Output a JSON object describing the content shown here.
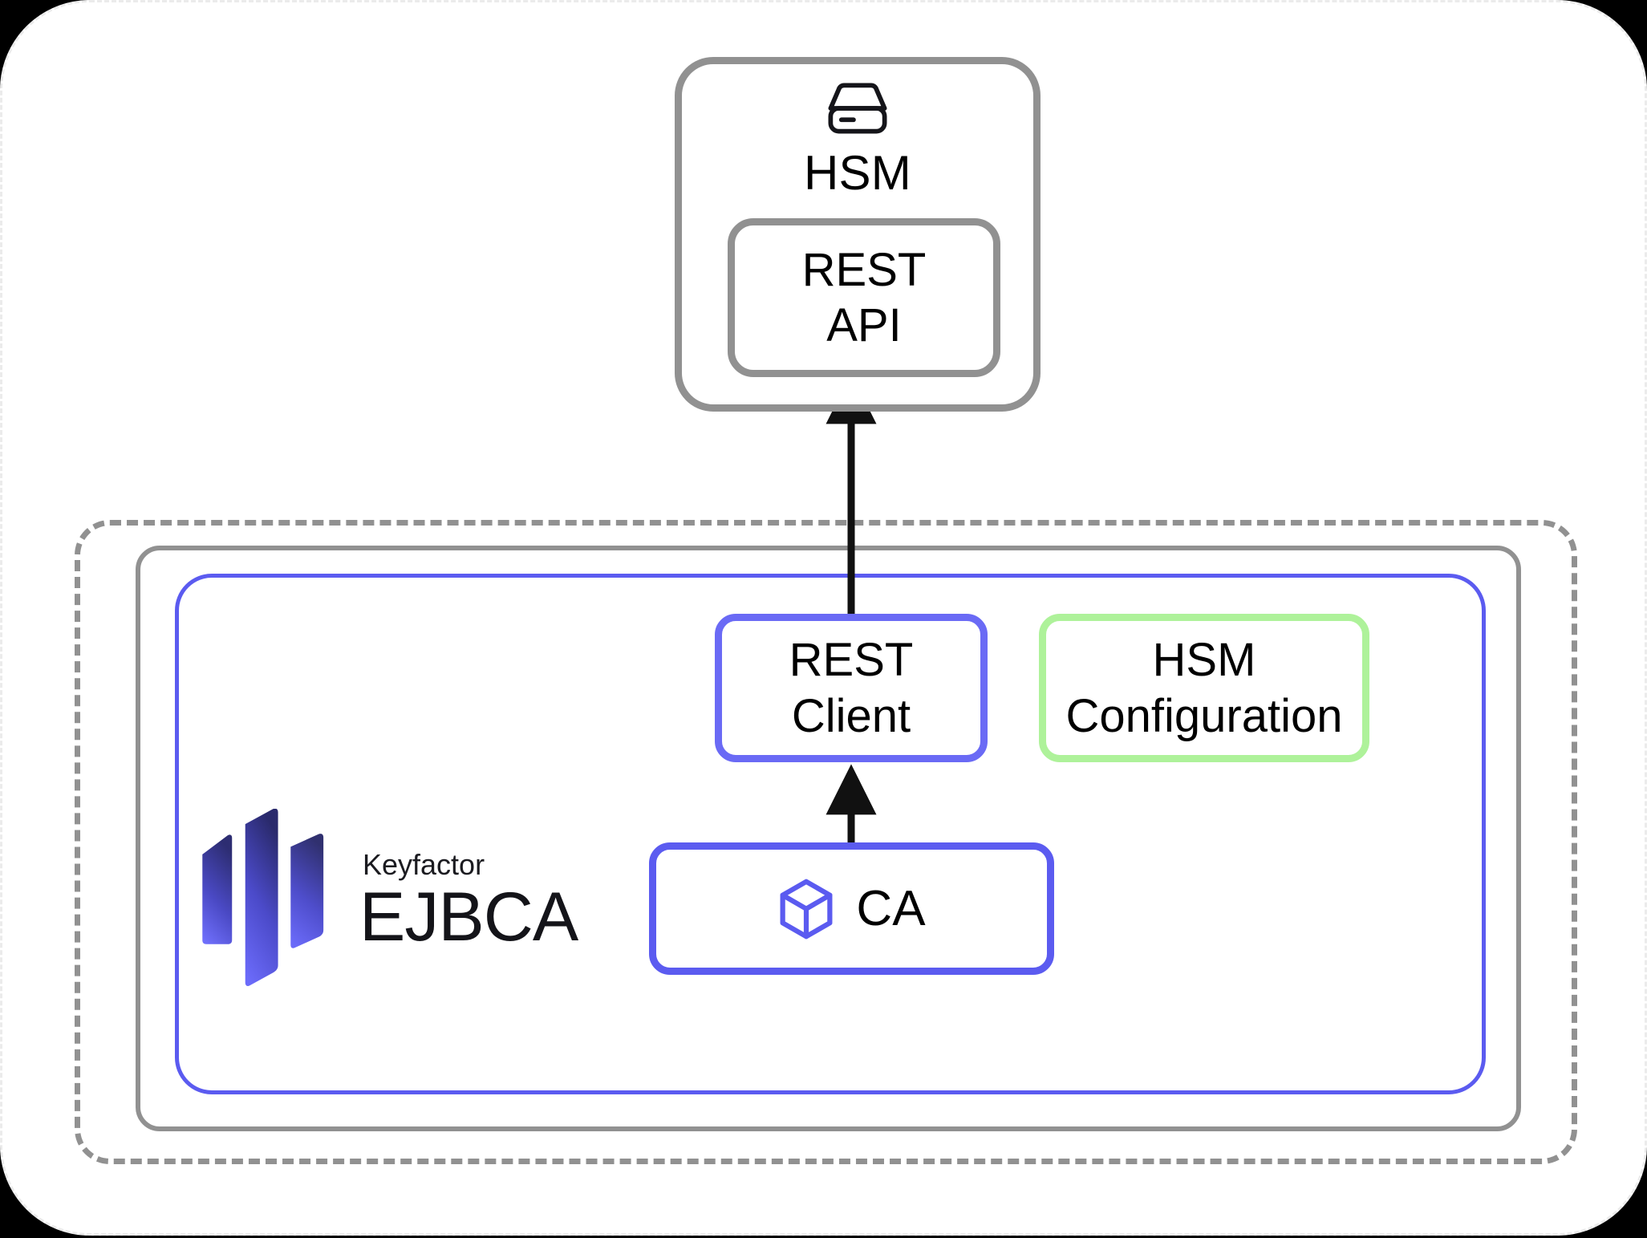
{
  "diagram": {
    "title": "EJBCA HSM REST integration architecture",
    "background_color": "#000000",
    "card_color": "#ffffff"
  },
  "colors": {
    "gray_border": "#919191",
    "blue_border": "#5b5bf0",
    "blue_border_light": "#6a6af5",
    "green_border": "#aef29a",
    "arrow": "#111111",
    "text": "#000000",
    "logo_gradient_top": "#2a2a6e",
    "logo_gradient_bottom": "#6b6bfa"
  },
  "hsm": {
    "icon": "server-icon",
    "title": "HSM",
    "rest_api": {
      "line1": "REST",
      "line2": "API"
    }
  },
  "deployment": {
    "boundary_style": "dashed",
    "host_boundary_style": "solid"
  },
  "ejbca": {
    "logo": {
      "mark": "keyfactor-logo-mark",
      "brand": "Keyfactor",
      "product": "EJBCA"
    },
    "rest_client": {
      "line1": "REST",
      "line2": "Client"
    },
    "hsm_configuration": {
      "line1": "HSM",
      "line2": "Configuration"
    },
    "ca": {
      "icon": "cube-icon",
      "label": "CA"
    }
  },
  "connections": [
    {
      "name": "ca-to-rest-client",
      "from": "CA",
      "to": "REST Client",
      "direction": "up",
      "style": "solid-arrow"
    },
    {
      "name": "rest-client-to-rest-api",
      "from": "REST Client",
      "to": "REST API",
      "direction": "up",
      "style": "solid-arrow"
    }
  ]
}
